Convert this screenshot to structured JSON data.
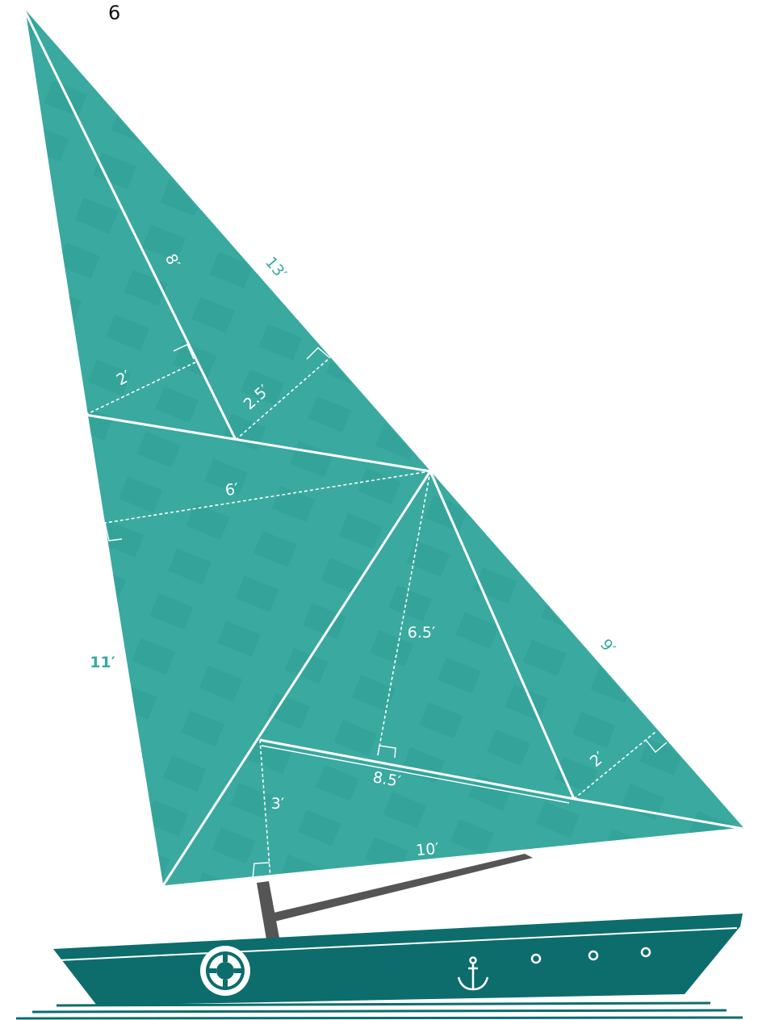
{
  "problem_number": "6",
  "labels": {
    "hypotenuse_top": "13′",
    "upper_left_segment": "8′",
    "upper_small_height": "2′",
    "upper_mid_height": "2.5′",
    "middle_height": "6′",
    "left_edge": "11′",
    "center_height": "6.5′",
    "right_edge": "9′",
    "lower_right_height": "2′",
    "lower_middle_base": "8.5′",
    "lower_left_height": "3′",
    "bottom_base": "10′"
  },
  "colors": {
    "sail": "#3aa9a0",
    "hull": "#0c6d6c",
    "mast": "#555555",
    "edge_label": "#3aa9a0",
    "line": "#ffffff"
  }
}
